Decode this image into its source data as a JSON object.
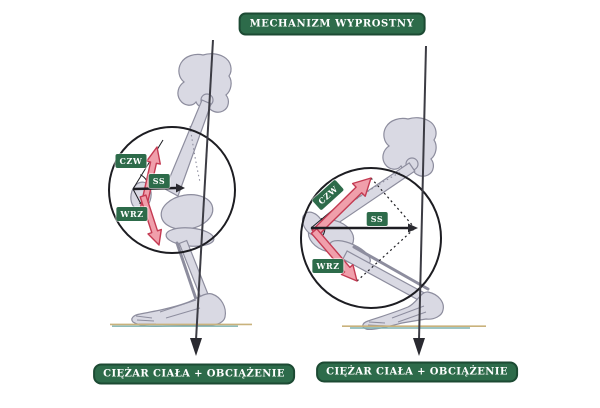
{
  "title": "MECHANIZM WYPROSTNY",
  "captions": {
    "left": "CIĘŻAR CIAŁA + OBCIĄŻENIE",
    "right": "CIĘŻAR CIAŁA + OBCIĄŻENIE"
  },
  "force_labels": {
    "left": {
      "czw": "CZW",
      "ss": "SS",
      "wrz": "WRZ"
    },
    "right": {
      "czw": "CZW",
      "ss": "SS",
      "wrz": "WRZ"
    }
  },
  "colors": {
    "badge_green": "#2d6b4a",
    "arrow_pink": "#f09fab",
    "arrow_red": "#c43a52",
    "bone_fill": "#d9d9e3",
    "bone_stroke": "#8d8d9e",
    "line_black": "#1d1d22",
    "ground_tan": "#c9b27c",
    "ground_teal": "#7fb2b0"
  }
}
